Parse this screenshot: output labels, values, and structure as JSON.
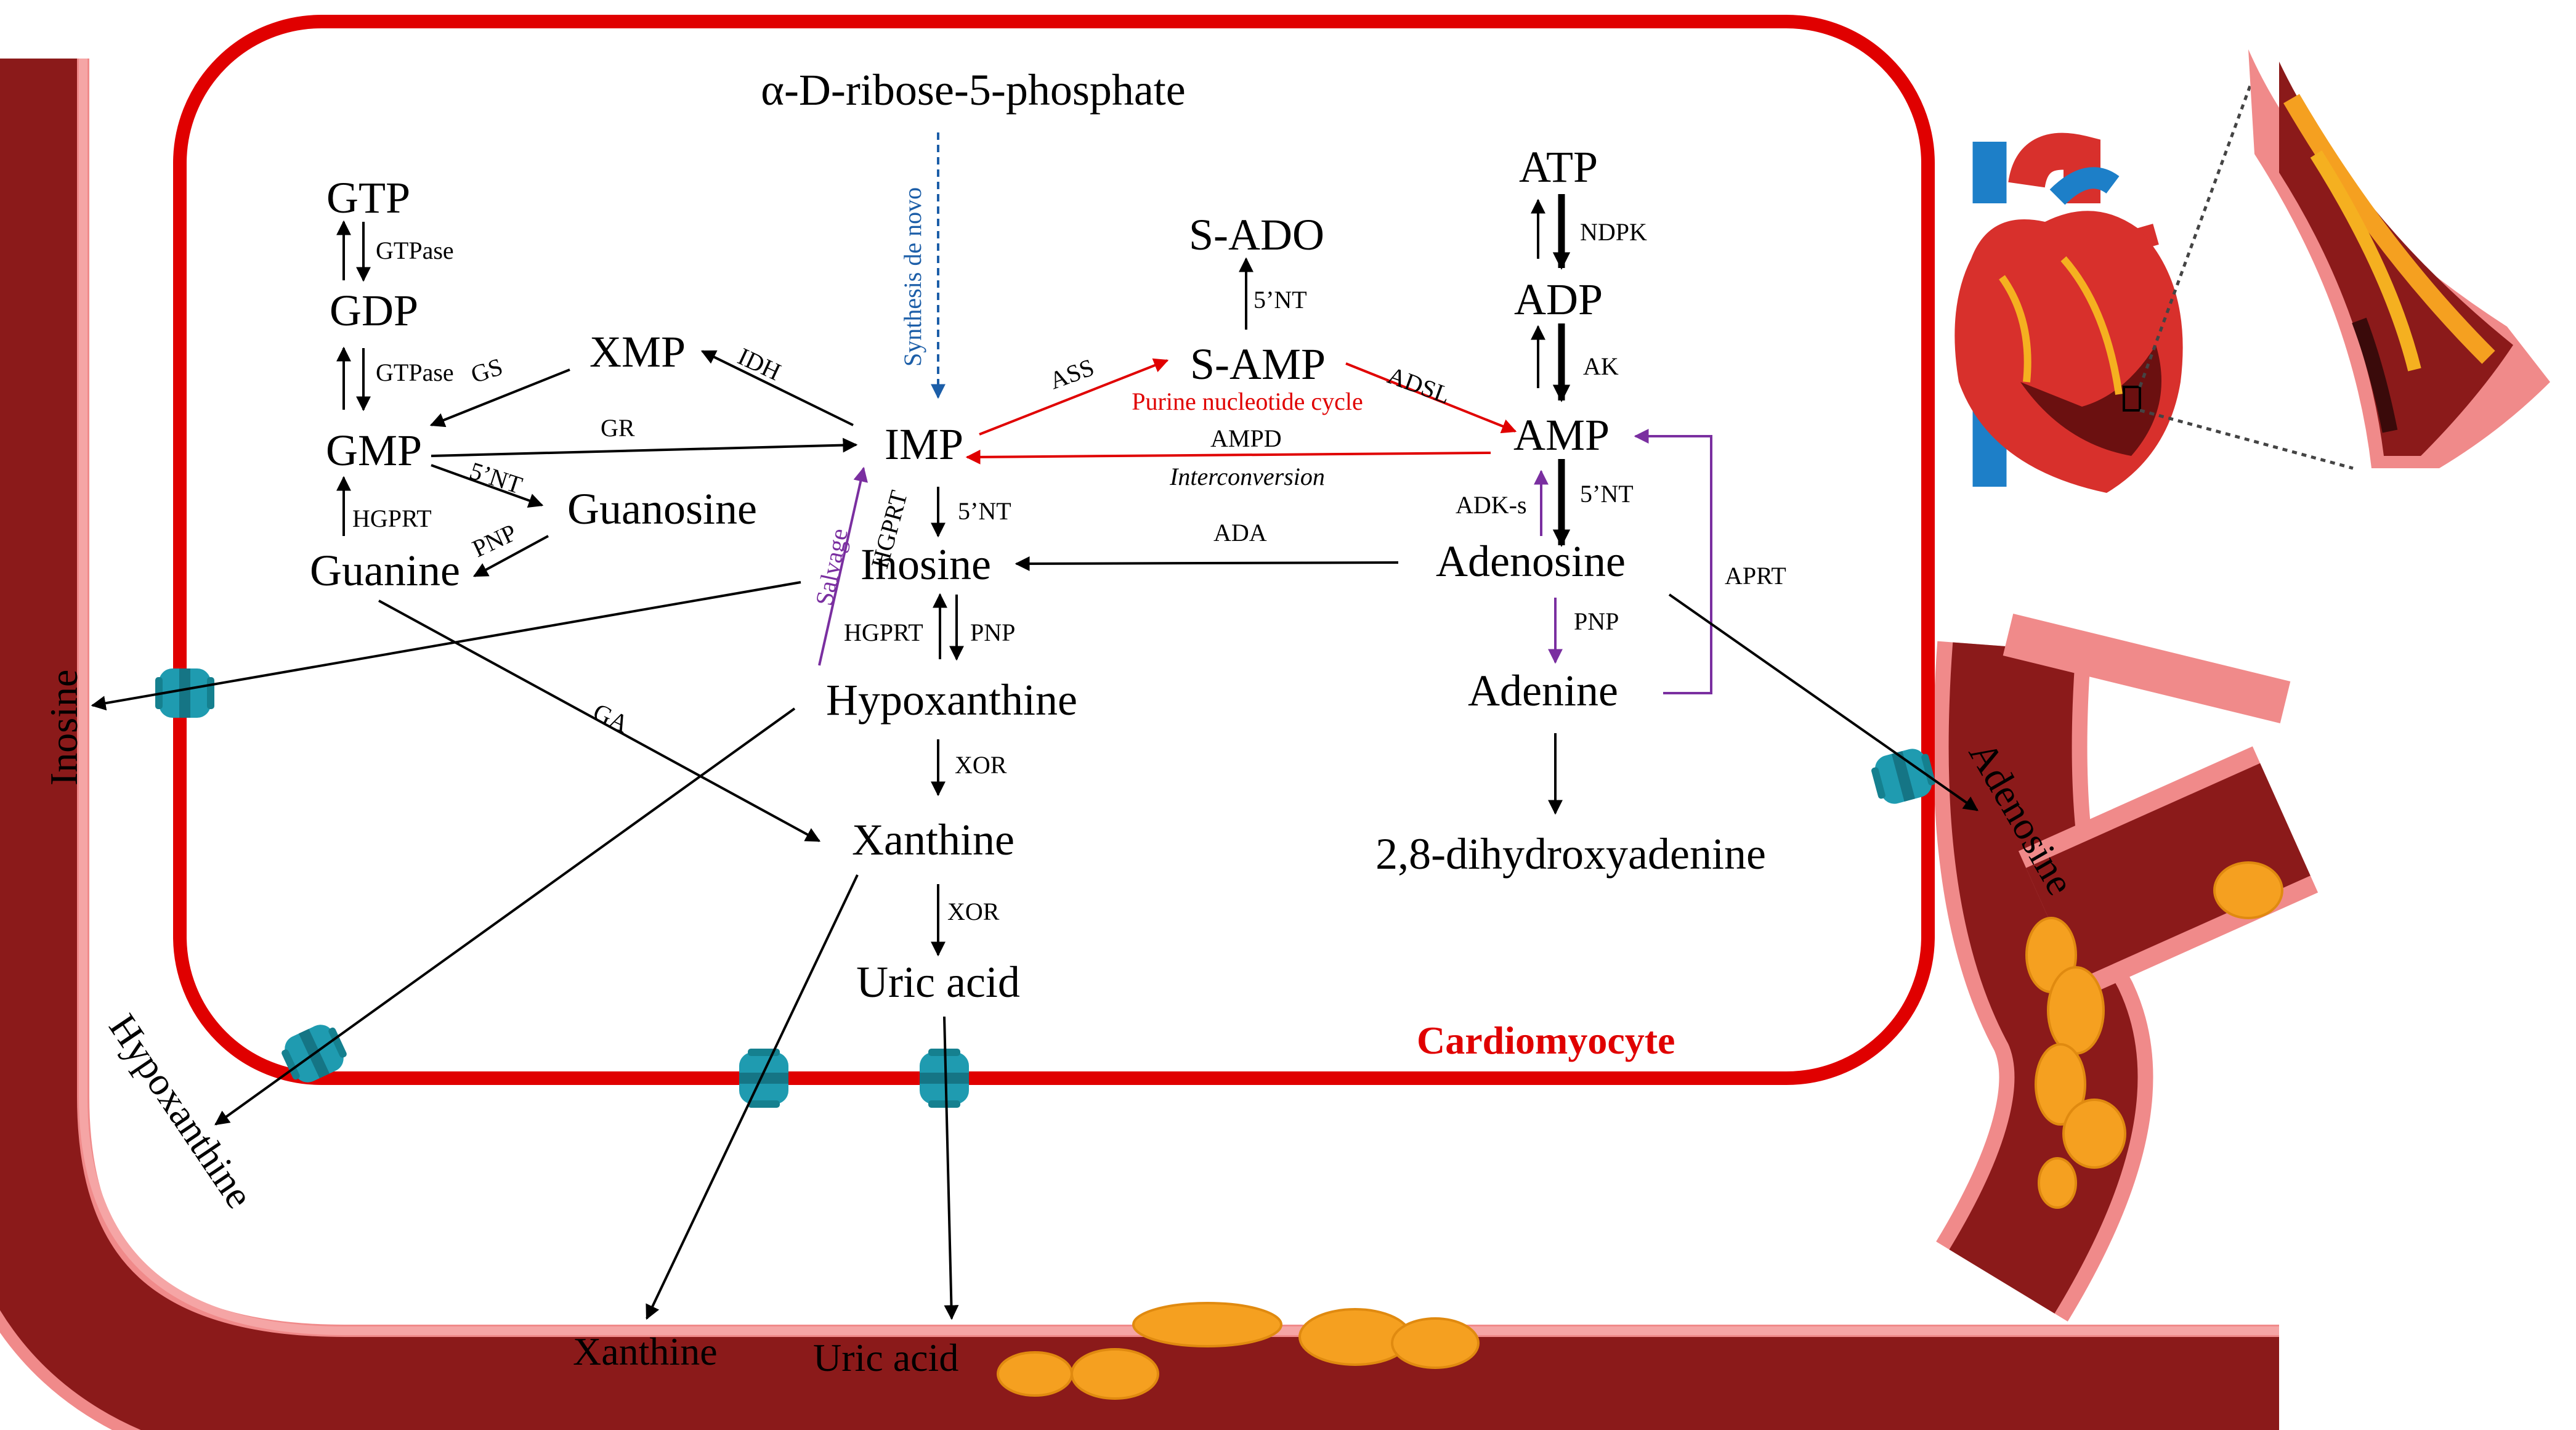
{
  "colors": {
    "cell_border": "#e00000",
    "vessel_wall": "#8b1a1a",
    "vessel_lining": "#f08a8a",
    "plaque": "#f5a020",
    "transporter": "#1f9bb0",
    "salvage_purple": "#7a2fa0",
    "de_novo_blue": "#1c5ea8"
  },
  "cell_label": "Cardiomyocyte",
  "metabolites": {
    "ribose": "α-D-ribose-5-phosphate",
    "gtp": "GTP",
    "gdp": "GDP",
    "gmp": "GMP",
    "xmp": "XMP",
    "guanine": "Guanine",
    "guanosine": "Guanosine",
    "imp": "IMP",
    "inosine": "Inosine",
    "hypoxanthine": "Hypoxanthine",
    "xanthine": "Xanthine",
    "uric_acid": "Uric acid",
    "sado": "S-ADO",
    "samp": "S-AMP",
    "atp": "ATP",
    "adp": "ADP",
    "amp": "AMP",
    "adenosine": "Adenosine",
    "adenine": "Adenine",
    "dha": "2,8-dihydroxyadenine"
  },
  "enzymes": {
    "gtpase_1": "GTPase",
    "gtpase_2": "GTPase",
    "gs": "GS",
    "idh": "IDH",
    "gr": "GR",
    "nt_gmp": "5’NT",
    "hgprt_g": "HGPRT",
    "pnp_g": "PNP",
    "ga": "GA",
    "hgprt_imp": "HGPRT",
    "nt_imp": "5’NT",
    "hgprt_hx": "HGPRT",
    "pnp_ino": "PNP",
    "xor_1": "XOR",
    "xor_2": "XOR",
    "ass": "ASS",
    "adsl": "ADSL",
    "nt_samp": "5’NT",
    "ampd": "AMPD",
    "ada": "ADA",
    "ndpk": "NDPK",
    "ak": "AK",
    "adks": "ADK-s",
    "nt_amp": "5’NT",
    "pnp_ado": "PNP",
    "aprt": "APRT"
  },
  "pathway_labels": {
    "de_novo": "Synthesis de novo",
    "salvage": "Salvage",
    "cycle": "Purine nucleotide cycle",
    "interconversion": "Interconversion"
  },
  "vessel_labels": {
    "inosine": "Inosine",
    "hypoxanthine": "Hypoxanthine",
    "xanthine": "Xanthine",
    "uric_acid": "Uric acid",
    "adenosine": "Adenosine"
  }
}
